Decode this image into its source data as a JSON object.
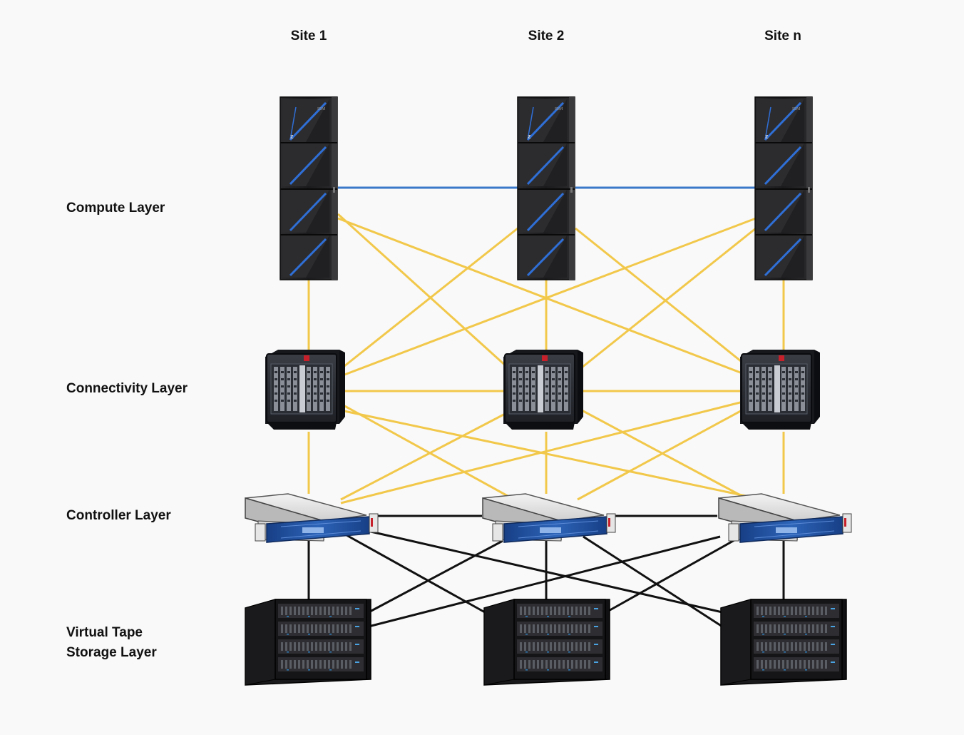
{
  "sites": [
    "Site 1",
    "Site 2",
    "Site n"
  ],
  "layers": {
    "compute": "Compute Layer",
    "connectivity": "Connectivity Layer",
    "controller": "Controller Layer",
    "storage_line1": "Virtual Tape",
    "storage_line2": "Storage Layer"
  },
  "device_text": {
    "mainframe_brand": "IBM",
    "mainframe_letter": "z"
  },
  "colors": {
    "background": "#f9f9f9",
    "mainframe_link": "#3a78c9",
    "fibre_link": "#f2c84b",
    "storage_link": "#111111",
    "mainframe_accent": "#2f6fd6",
    "controller_front": "#1f4e9a"
  },
  "links": {
    "mainframe_to_mainframe": "blue",
    "mainframe_to_switch": "yellow full mesh",
    "switch_to_switch": "yellow",
    "switch_to_controller": "yellow full mesh",
    "controller_to_controller": "black",
    "controller_to_storage": "black full mesh"
  }
}
